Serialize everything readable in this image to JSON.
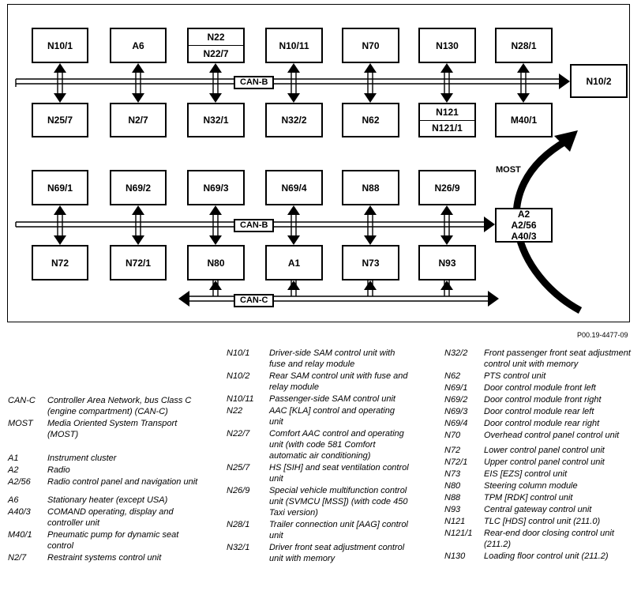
{
  "nodes": {
    "n10_1": "N10/1",
    "a6": "A6",
    "n22": "N22",
    "n22_7": "N22/7",
    "n10_11": "N10/11",
    "n70": "N70",
    "n130": "N130",
    "n28_1": "N28/1",
    "n10_2": "N10/2",
    "n25_7": "N25/7",
    "n2_7": "N2/7",
    "n32_1": "N32/1",
    "n32_2": "N32/2",
    "n62": "N62",
    "n121": "N121",
    "n121_1": "N121/1",
    "m40_1": "M40/1",
    "n69_1": "N69/1",
    "n69_2": "N69/2",
    "n69_3": "N69/3",
    "n69_4": "N69/4",
    "n88": "N88",
    "n26_9": "N26/9",
    "a2": "A2",
    "a2_56": "A2/56",
    "a40_3": "A40/3",
    "n72": "N72",
    "n72_1": "N72/1",
    "n80": "N80",
    "a1": "A1",
    "n73": "N73",
    "n93": "N93"
  },
  "buses": {
    "can_b_1": "CAN-B",
    "can_b_2": "CAN-B",
    "can_c": "CAN-C",
    "most": "MOST"
  },
  "figure_ref": "P00.19-4477-09",
  "legend_col1": [
    {
      "code": "CAN-C",
      "desc": "Controller Area Network, bus Class C (engine compartment) (CAN-C)"
    },
    {
      "code": "MOST",
      "desc": "Media Oriented System Transport (MOST)"
    },
    {
      "code": "A1",
      "desc": "Instrument cluster"
    },
    {
      "code": "A2",
      "desc": "Radio"
    },
    {
      "code": "A2/56",
      "desc": "Radio control panel and navigation unit"
    },
    {
      "code": "A6",
      "desc": "Stationary heater (except USA)"
    },
    {
      "code": "A40/3",
      "desc": "COMAND operating, display and controller unit"
    },
    {
      "code": "M40/1",
      "desc": "Pneumatic pump for dynamic seat control"
    },
    {
      "code": "N2/7",
      "desc": "Restraint systems control unit"
    }
  ],
  "legend_col2": [
    {
      "code": "N10/1",
      "desc": "Driver-side SAM control unit with fuse and relay module"
    },
    {
      "code": "N10/2",
      "desc": " Rear SAM control unit with fuse and relay module"
    },
    {
      "code": "N10/11",
      "desc": "Passenger-side SAM control unit"
    },
    {
      "code": "N22",
      "desc": "AAC [KLA] control and operating unit"
    },
    {
      "code": "N22/7",
      "desc": "Comfort AAC control and operating unit (with code 581 Comfort automatic air conditioning)"
    },
    {
      "code": "N25/7",
      "desc": "HS [SIH] and seat ventilation control unit"
    },
    {
      "code": "N26/9",
      "desc": "Special vehicle multifunction control unit (SVMCU [MSS]) (with code 450 Taxi version)"
    },
    {
      "code": "N28/1",
      "desc": "Trailer connection unit [AAG] control unit"
    },
    {
      "code": "N32/1",
      "desc": "Driver front seat adjustment control unit with memory"
    }
  ],
  "legend_col3": [
    {
      "code": "N32/2",
      "desc": "Front passenger front seat adjustment control unit with memory"
    },
    {
      "code": "N62",
      "desc": "PTS control unit"
    },
    {
      "code": "N69/1",
      "desc": "Door control module front left"
    },
    {
      "code": "N69/2",
      "desc": "Door control module front right"
    },
    {
      "code": "N69/3",
      "desc": "Door control module rear left"
    },
    {
      "code": "N69/4",
      "desc": "Door control module rear right"
    },
    {
      "code": "N70",
      "desc": "Overhead control panel control unit"
    },
    {
      "code": "N72",
      "desc": "Lower control panel control unit"
    },
    {
      "code": "N72/1",
      "desc": "Upper control panel control unit"
    },
    {
      "code": "N73",
      "desc": "EIS [EZS] control unit"
    },
    {
      "code": "N80",
      "desc": "Steering column module"
    },
    {
      "code": "N88",
      "desc": "TPM [RDK] control unit"
    },
    {
      "code": "N93",
      "desc": "Central gateway control unit"
    },
    {
      "code": "N121",
      "desc": "TLC [HDS] control unit (211.0)"
    },
    {
      "code": "N121/1",
      "desc": "Rear-end door closing control unit (211.2)"
    },
    {
      "code": "N130",
      "desc": "Loading floor control unit (211.2)"
    }
  ]
}
